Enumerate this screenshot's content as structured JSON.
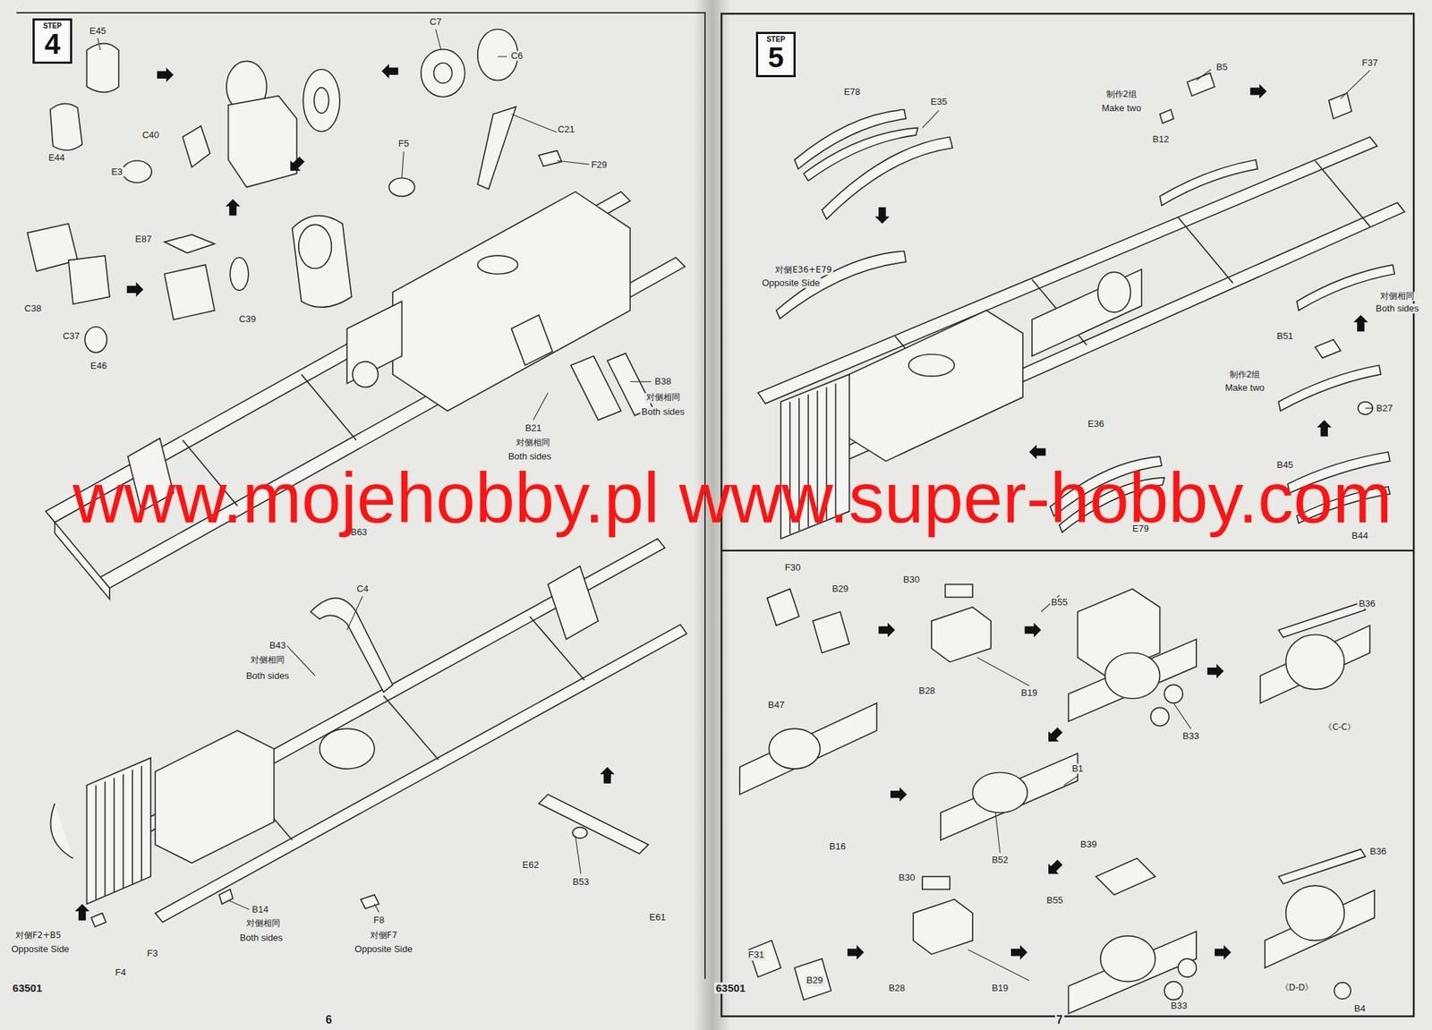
{
  "diagram": {
    "nodes": [
      {
        "text": [
          "STEP",
          "4"
        ]
      },
      {
        "text": [
          "STEP",
          "5"
        ]
      }
    ],
    "labels": [
      "E45",
      "E44",
      "C40",
      "E3",
      "C7",
      "C6",
      "C21",
      "F29",
      "F5",
      "E87",
      "C38",
      "C37",
      "C39",
      "E46",
      "B38",
      "对侧相同",
      "Both sides",
      "B21",
      "对侧相同",
      "Both sides",
      "B63",
      "C4",
      "B43",
      "对侧相同",
      "Both sides",
      "B14",
      "对侧相同",
      "Both sides",
      "对侧F2+B5",
      "Opposite Side",
      "F3",
      "F4",
      "F8",
      "对侧F7",
      "Opposite Side",
      "E62",
      "B53",
      "E61",
      "63501",
      "6",
      "E78",
      "E35",
      "B5",
      "制作2组",
      "Make two",
      "B12",
      "F37",
      "对侧E36+E79",
      "Opposite Side",
      "对侧相同",
      "Both sides",
      "B51",
      "制作2组",
      "Make two",
      "B27",
      "E36",
      "B45",
      "E79",
      "B44",
      "F30",
      "B29",
      "B30",
      "B55",
      "B36",
      "B28",
      "B19",
      "B33",
      "《C-C》",
      "B47",
      "B1",
      "B39",
      "B16",
      "B52",
      "B36",
      "B30",
      "B55",
      "F31",
      "B29",
      "B28",
      "B19",
      "B33",
      "《D-D》",
      "B4",
      "63501",
      "7",
      "www.mojehobby.pl www.super-hobby.com"
    ]
  }
}
